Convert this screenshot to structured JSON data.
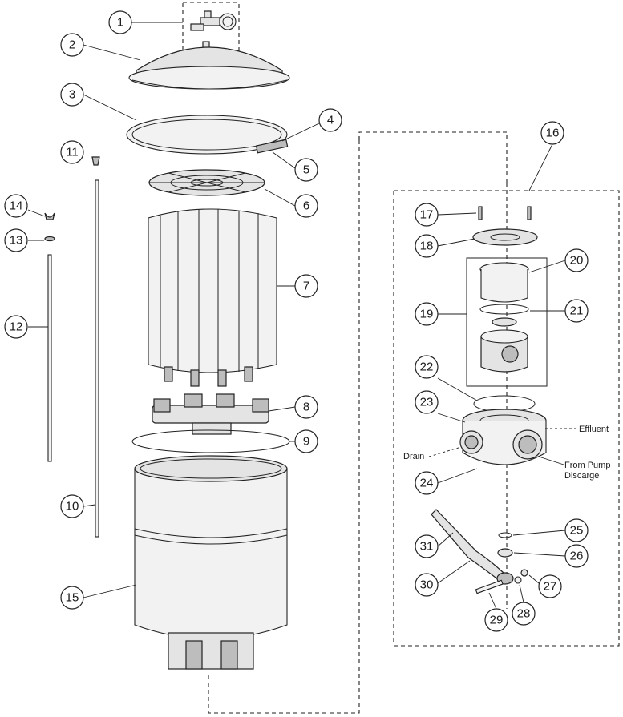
{
  "callouts": [
    "1",
    "2",
    "3",
    "4",
    "5",
    "6",
    "7",
    "8",
    "9",
    "10",
    "11",
    "12",
    "13",
    "14",
    "15",
    "16",
    "17",
    "18",
    "19",
    "20",
    "21",
    "22",
    "23",
    "24",
    "25",
    "26",
    "27",
    "28",
    "29",
    "30",
    "31"
  ],
  "annotations": {
    "effluent": "Effluent",
    "drain": "Drain",
    "from_pump_line1": "From Pump",
    "from_pump_line2": "Discarge"
  },
  "colors": {
    "stroke": "#222222",
    "fill_light": "#e4e4e4",
    "fill_dark": "#bdbdbd",
    "background": "#ffffff"
  }
}
